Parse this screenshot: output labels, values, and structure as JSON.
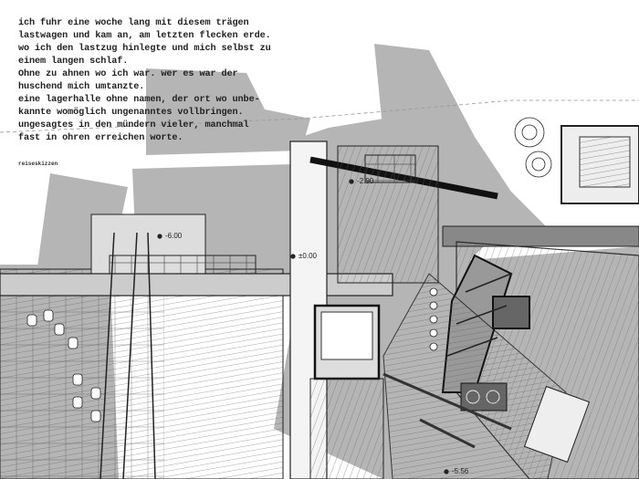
{
  "poem": {
    "lines": [
      "ich fuhr eine woche lang mit diesem trägen",
      "lastwagen und kam an, am letzten flecken erde.",
      "wo ich den lastzug hinlegte und mich selbst zu",
      "einem langen schlaf.",
      "Ohne zu ahnen wo ich war. wer es war der",
      "huschend mich umtanzte.",
      "eine lagerhalle ohne namen, der ort wo unbe-",
      "kannte womöglich ungenanntes vollbringen.",
      "ungesagtes in den mündern vieler, manchmal",
      "fast in ohren erreichen worte."
    ],
    "caption": "reiseskizzen"
  },
  "levels": [
    "-6.00",
    "±0.00",
    "-2.90",
    "-5.56"
  ]
}
